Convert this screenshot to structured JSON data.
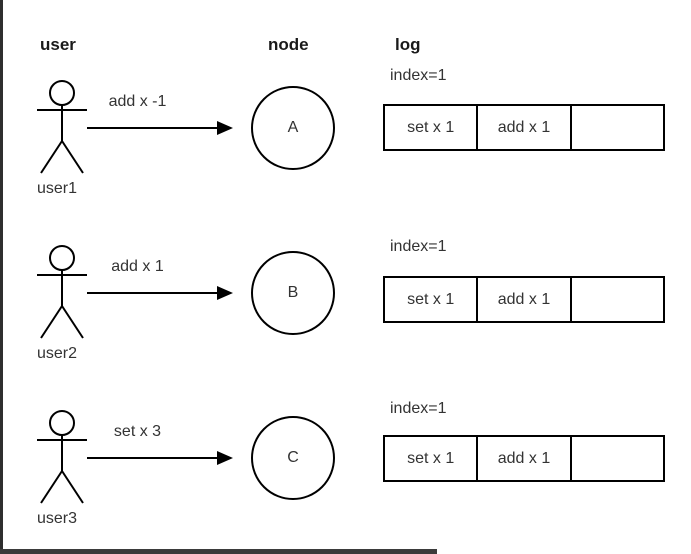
{
  "headers": {
    "user": "user",
    "node": "node",
    "log": "log"
  },
  "rows": [
    {
      "user": "user1",
      "command": "add x -1",
      "node": "A",
      "log": {
        "index_label": "index=1",
        "cells": [
          "set x 1",
          "add x 1",
          ""
        ]
      }
    },
    {
      "user": "user2",
      "command": "add x 1",
      "node": "B",
      "log": {
        "index_label": "index=1",
        "cells": [
          "set x 1",
          "add x 1",
          ""
        ]
      }
    },
    {
      "user": "user3",
      "command": "set x 3",
      "node": "C",
      "log": {
        "index_label": "index=1",
        "cells": [
          "set x 1",
          "add x 1",
          ""
        ]
      }
    }
  ],
  "colors": {
    "background": "#ffffff",
    "stroke": "#000000",
    "text": "#333333",
    "heading": "#1a1a1a",
    "left_border": "#2e2e2e",
    "bottom_bar": "#3b3b3b"
  }
}
